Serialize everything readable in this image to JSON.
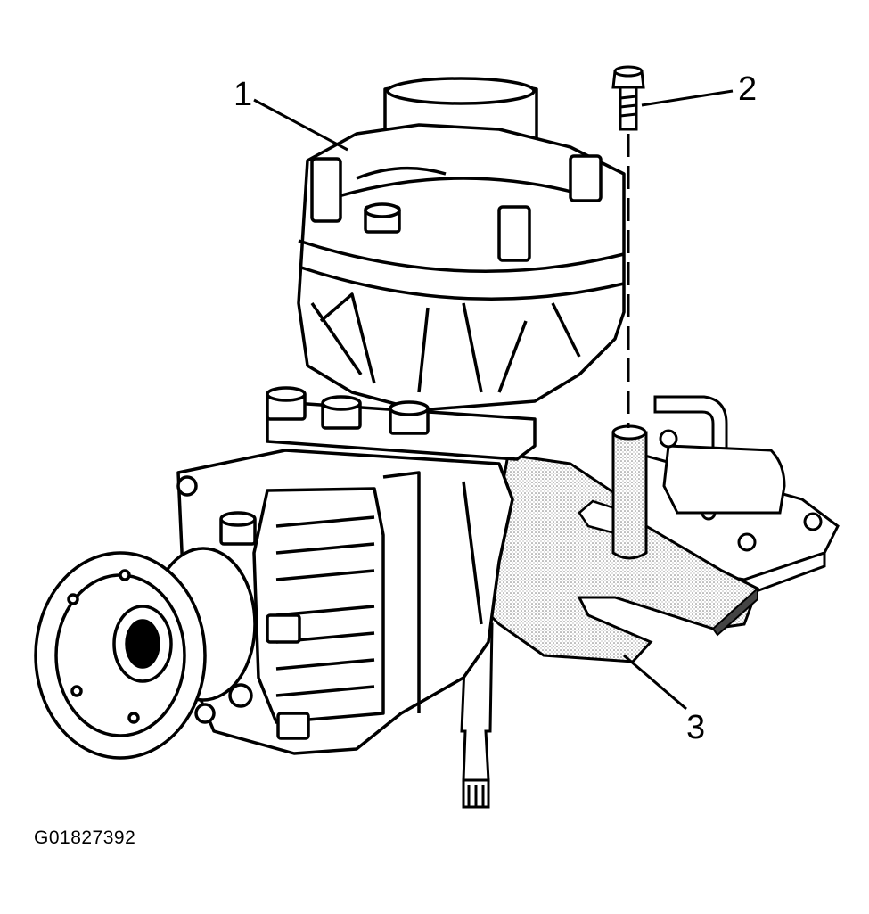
{
  "figure": {
    "id": "G01827392"
  },
  "callouts": [
    {
      "number": "1",
      "part": "transfer-case"
    },
    {
      "number": "2",
      "part": "bolt"
    },
    {
      "number": "3",
      "part": "bracket"
    }
  ],
  "colors": {
    "line": "#000000",
    "background": "#ffffff",
    "stipple": "#9a9a9a"
  }
}
